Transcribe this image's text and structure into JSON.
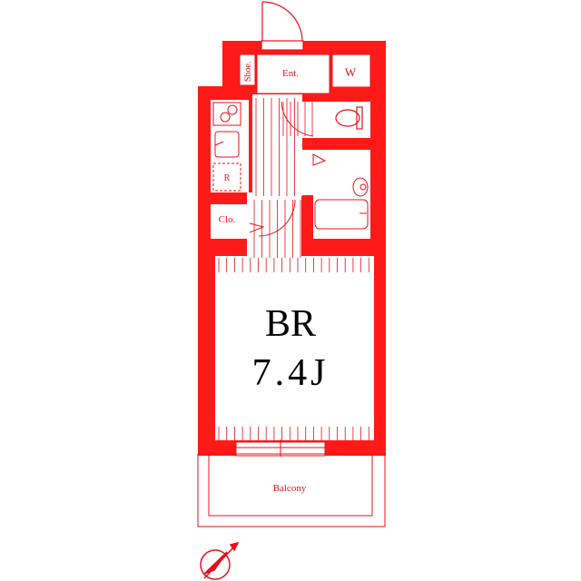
{
  "plan": {
    "room_type": "BR",
    "room_size": "7.4J",
    "labels": {
      "shoe": "Shoe.",
      "entrance": "Ent.",
      "washer": "W",
      "refrigerator": "R",
      "closet": "Clo.",
      "balcony": "Balcony"
    }
  },
  "colors": {
    "wall": "#ff1a1a",
    "line": "#e8101a",
    "text": "#000000"
  }
}
